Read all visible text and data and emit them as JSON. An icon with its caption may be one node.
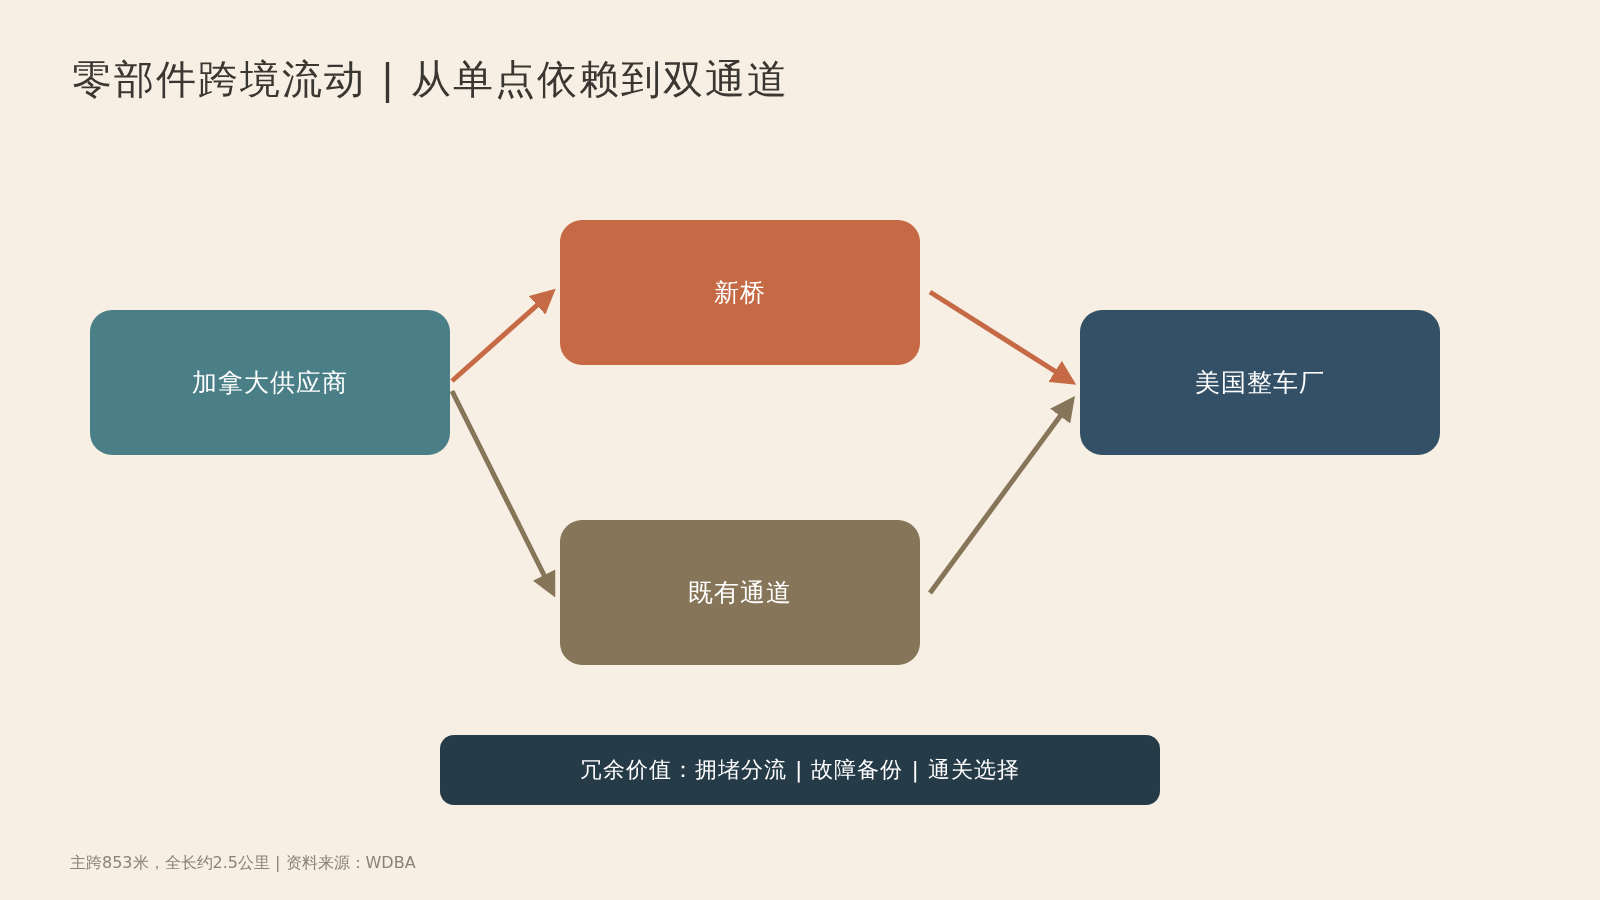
{
  "diagram": {
    "title": "零部件跨境流动 | 从单点依赖到双通道",
    "nodes": [
      {
        "text": [
          "加拿大供应商"
        ]
      },
      {
        "text": [
          "新桥"
        ]
      },
      {
        "text": [
          "既有通道"
        ]
      },
      {
        "text": [
          "美国整车厂"
        ]
      },
      {
        "text": [
          "冗余价值：拥堵分流 | 故障备份 | 通关选择"
        ]
      }
    ],
    "edges": [
      {
        "from": 0,
        "to": 1,
        "arrow": "to",
        "color": "#c56a45"
      },
      {
        "from": 0,
        "to": 2,
        "arrow": "to",
        "color": "#87755a"
      },
      {
        "from": 1,
        "to": 3,
        "arrow": "to",
        "color": "#c56a45"
      },
      {
        "from": 2,
        "to": 3,
        "arrow": "to",
        "color": "#87755a"
      }
    ],
    "labels": [
      "主跨853米，全长约2.5公里 | 资料来源：WDBA"
    ]
  }
}
